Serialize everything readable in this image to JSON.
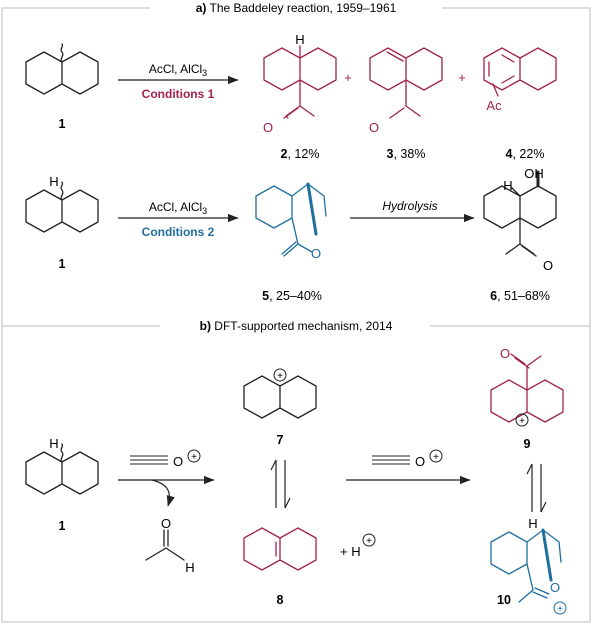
{
  "panel_a": {
    "letter": "a)",
    "title": "The Baddeley reaction, 1959–1961",
    "reaction1": {
      "reagent": "AcCl, AlCl",
      "reagent_sub": "3",
      "conditions": "Conditions 1",
      "start_label": "1",
      "plus1": "+",
      "plus2": "+",
      "products": [
        {
          "label": "2",
          "yield": ", 12%"
        },
        {
          "label": "3",
          "yield": ", 38%"
        },
        {
          "label": "4",
          "yield": ", 22%"
        }
      ],
      "ac_label": "Ac"
    },
    "reaction2": {
      "reagent": "AcCl, AlCl",
      "reagent_sub": "3",
      "conditions": "Conditions 2",
      "start_label": "1",
      "step2": "Hydrolysis",
      "products": [
        {
          "label": "5",
          "yield": ", 25–40%"
        },
        {
          "label": "6",
          "yield": ", 51–68%"
        }
      ],
      "oh_label": "OH"
    }
  },
  "panel_b": {
    "letter": "b)",
    "title": "DFT-supported mechanism, 2014",
    "labels": {
      "start": "1",
      "cation": "7",
      "alkene": "8",
      "acyl_cation": "9",
      "oxocarbenium": "10"
    },
    "h_plus": "+ H",
    "byproduct_o": "O",
    "byproduct_h": "H"
  },
  "atoms": {
    "H": "H",
    "O": "O",
    "plus": "+"
  },
  "colors": {
    "red": "#a2224f",
    "blue": "#1f6f9e",
    "black": "#222222",
    "frame": "#c8c8c8"
  }
}
